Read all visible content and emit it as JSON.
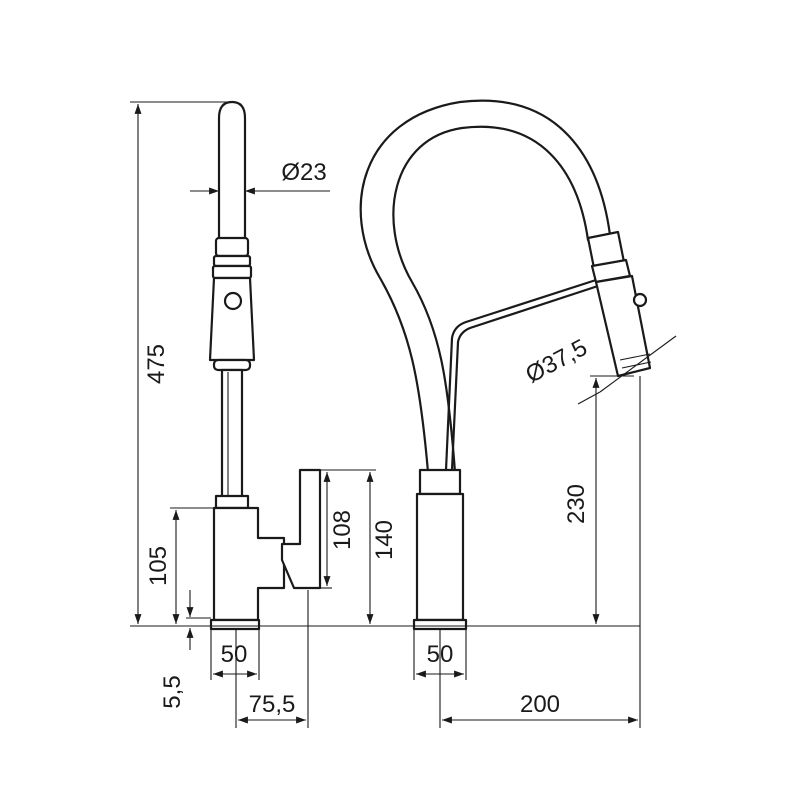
{
  "dimensions": {
    "total_height": "475",
    "spout_diameter": "Ø23",
    "base_height": "105",
    "base_gap": "5,5",
    "base_width_side": "50",
    "handle_offset": "75,5",
    "lever_height_a": "108",
    "lever_height_b": "140",
    "head_diameter": "Ø37,5",
    "outlet_height": "230",
    "base_width_front": "50",
    "reach": "200"
  },
  "colors": {
    "line": "#1a1a1a",
    "background": "#ffffff"
  }
}
